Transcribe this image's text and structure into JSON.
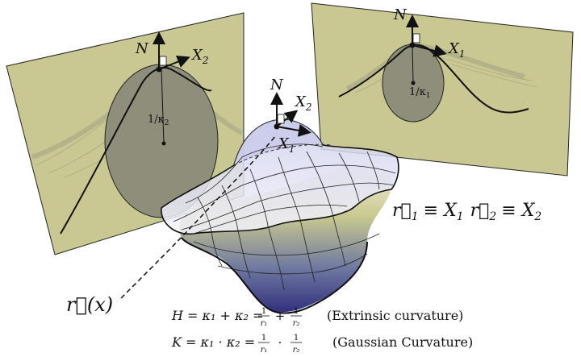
{
  "labels": {
    "left_normal": "N",
    "left_tangent": "X",
    "left_tangent_sub": "2",
    "left_radius": "1/κ",
    "left_radius_sub": "2",
    "right_normal": "N",
    "right_tangent": "X",
    "right_tangent_sub": "1",
    "right_radius": "1/κ",
    "right_radius_sub": "1",
    "center_normal": "N",
    "center_x2": "X",
    "center_x2_sub": "2",
    "center_x1": "X",
    "center_x1_sub": "1",
    "position_vector": "r⃗(x)"
  },
  "identity": {
    "r1": "r⃗",
    "r1_sub": "1",
    "eq1": "≡ X",
    "eq1_sub": "1",
    "r2": "r⃗",
    "r2_sub": "2",
    "eq2": "≡ X",
    "eq2_sub": "2"
  },
  "equations": [
    {
      "lhs": "H = κ₁ + κ₂ =",
      "terms": [
        "1",
        "r₁",
        "+",
        "1",
        "r₂"
      ],
      "note": "(Extrinsic curvature)"
    },
    {
      "lhs": "K = κ₁ · κ₂ =",
      "terms": [
        "1",
        "r₁",
        "·",
        "1",
        "r₂"
      ],
      "note": "(Gaussian Curvature)"
    }
  ],
  "colors": {
    "plane_fill": "#c9c892",
    "plane_stroke": "#222222",
    "surface_top": "#e8e6cc",
    "surface_bottom": "#3b3a88",
    "circle_fill": "#8f8e7a"
  }
}
